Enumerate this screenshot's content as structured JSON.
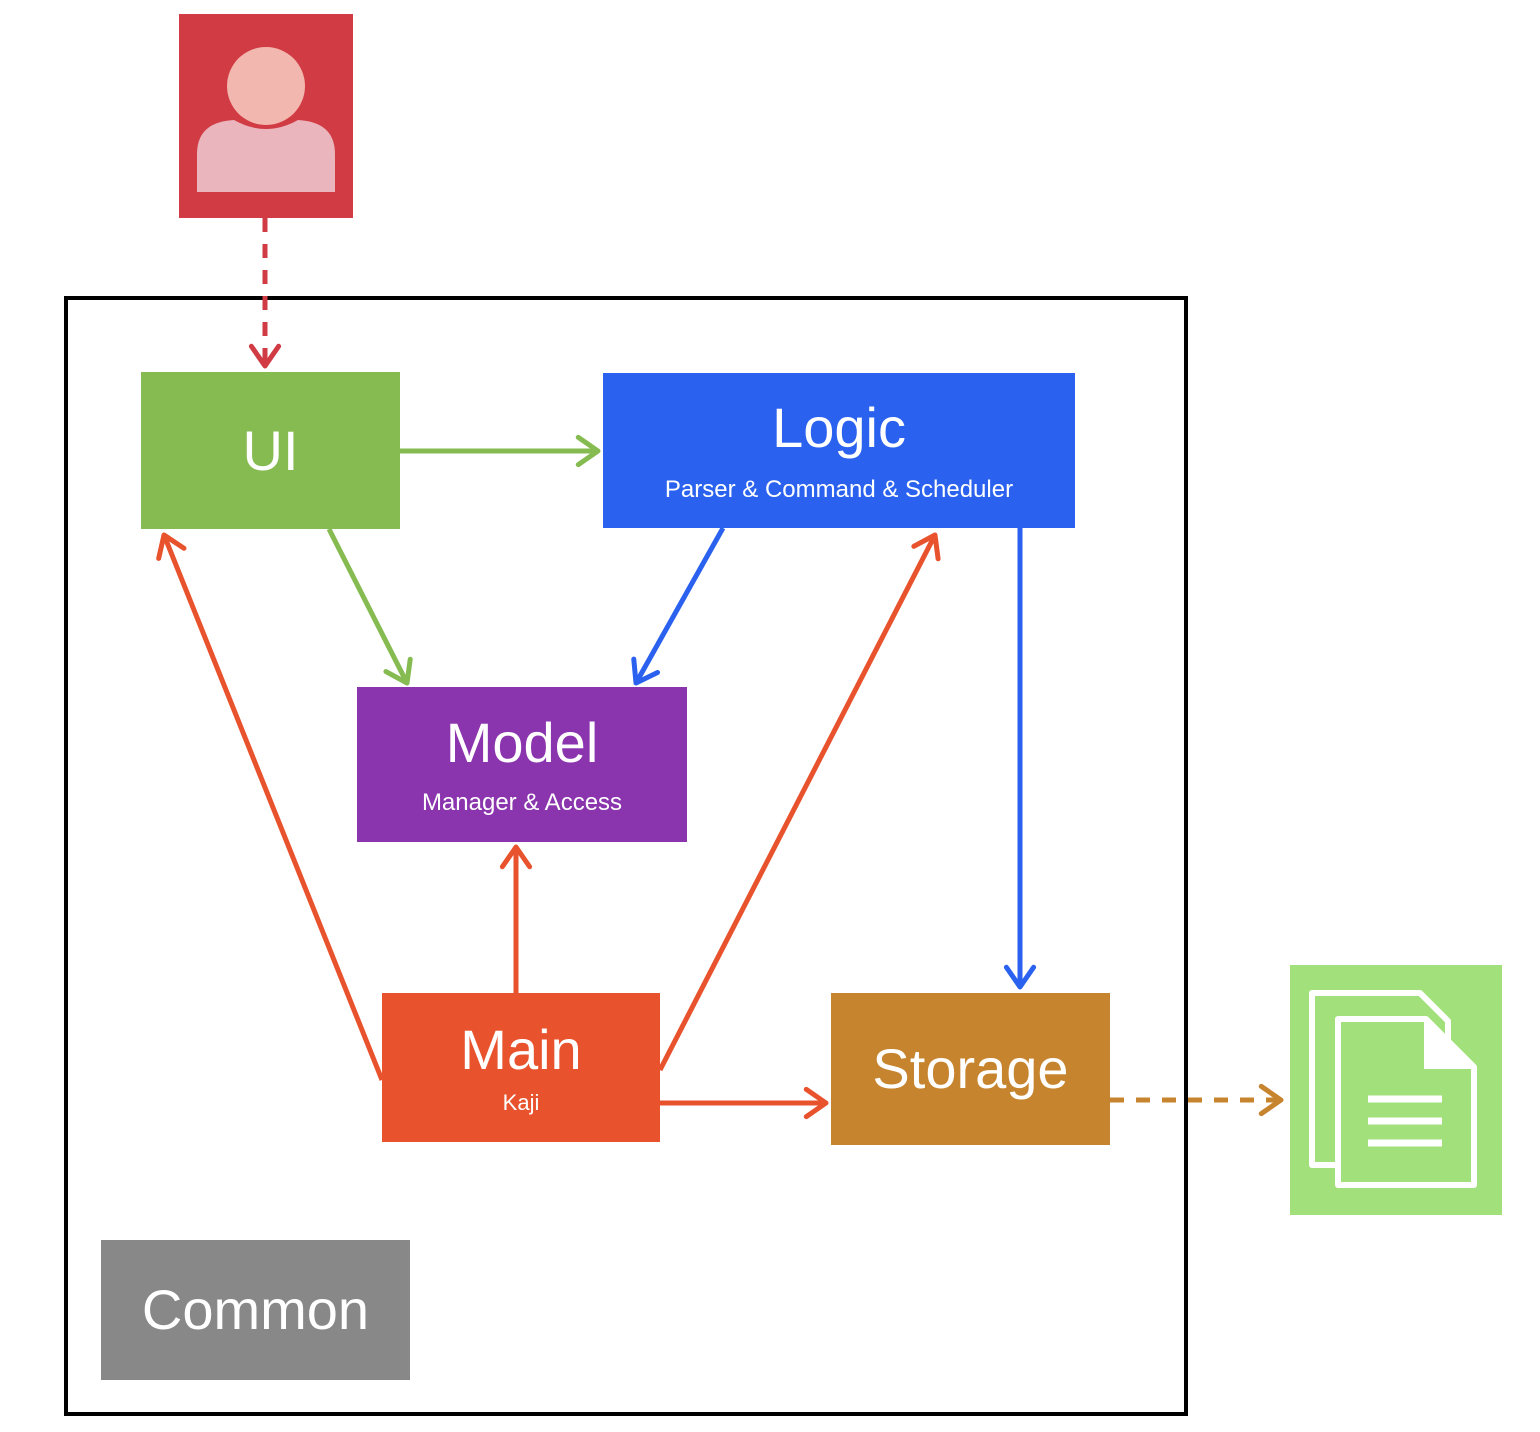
{
  "colors": {
    "ui": "#86bb52",
    "logic": "#2a62ef",
    "model": "#8a34ad",
    "main": "#e8532e",
    "storage": "#c7842e",
    "common": "#888888",
    "user_bg": "#d13b44",
    "file_bg": "#a2e07c",
    "frame": "#000000"
  },
  "components": {
    "ui": {
      "title": "UI"
    },
    "logic": {
      "title": "Logic",
      "subtitle": "Parser & Command & Scheduler"
    },
    "model": {
      "title": "Model",
      "subtitle": "Manager & Access"
    },
    "main": {
      "title": "Main",
      "subtitle": "Kaji"
    },
    "storage": {
      "title": "Storage"
    },
    "common": {
      "title": "Common"
    }
  },
  "icons": {
    "user": "user-icon",
    "file": "document-stack-icon"
  },
  "arrows": [
    {
      "from": "user",
      "to": "UI",
      "style": "dashed",
      "color": "user_bg"
    },
    {
      "from": "UI",
      "to": "Logic",
      "style": "solid",
      "color": "ui"
    },
    {
      "from": "UI",
      "to": "Model",
      "style": "solid",
      "color": "ui"
    },
    {
      "from": "Logic",
      "to": "Model",
      "style": "solid",
      "color": "logic"
    },
    {
      "from": "Logic",
      "to": "Storage",
      "style": "solid",
      "color": "logic"
    },
    {
      "from": "Main",
      "to": "UI",
      "style": "solid",
      "color": "main"
    },
    {
      "from": "Main",
      "to": "Model",
      "style": "solid",
      "color": "main"
    },
    {
      "from": "Main",
      "to": "Logic",
      "style": "solid",
      "color": "main"
    },
    {
      "from": "Main",
      "to": "Storage",
      "style": "solid",
      "color": "main"
    },
    {
      "from": "Storage",
      "to": "file",
      "style": "dashed",
      "color": "storage"
    }
  ]
}
